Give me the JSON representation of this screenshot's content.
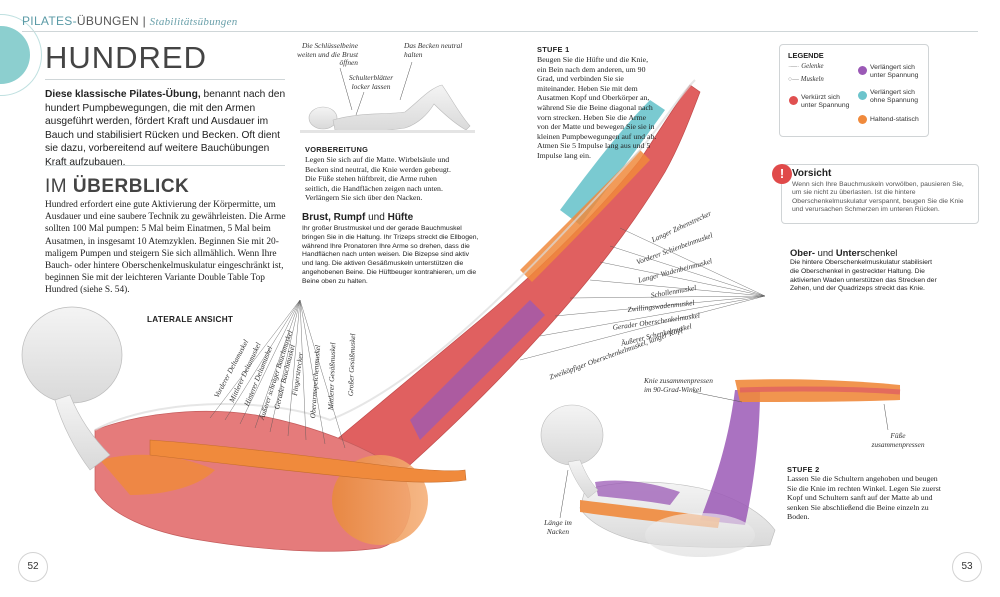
{
  "header": {
    "section": "PILATES-",
    "section_bold": "ÜBUNGEN",
    "divider": "|",
    "subtitle": "Stabilitätsübungen"
  },
  "title": "HUNDRED",
  "intro": {
    "bold": "Diese klassische Pilates-Übung,",
    "text": " benannt nach den hundert Pumpbewegungen, die mit den Armen ausgeführt werden, fördert Kraft und Ausdauer im Bauch und stabilisiert Rücken und Becken. Oft dient sie dazu, vorbereitend auf weitere Bauchübungen Kraft aufzubauen."
  },
  "overview": {
    "title_prefix": "IM ",
    "title_bold": "ÜBERBLICK",
    "text": "Hundred erfordert eine gute Aktivierung der Körpermitte, um Ausdauer und eine saubere Technik zu gewährleisten. Die Arme sollten 100 Mal pumpen: 5 Mal beim Einatmen, 5 Mal beim Ausatmen, in insgesamt 10 Atemzyklen. Beginnen Sie mit 20-maligem Pumpen und steigern Sie sich allmählich. Wenn Ihre Bauch- oder hintere Oberschenkelmuskulatur eingeschränkt ist, beginnen Sie mit der leichteren Variante Double Table Top Hundred (siehe S. 54)."
  },
  "small_figure": {
    "label_shoulder": "Die Schlüsselbeine weiten und die Brust öffnen",
    "label_pelvis": "Das Becken neutral halten",
    "label_blades": "Schulterblätter locker lassen"
  },
  "preparation": {
    "title": "VORBEREITUNG",
    "text": "Legen Sie sich auf die Matte. Wirbelsäule und Becken sind neutral, die Knie werden gebeugt. Die Füße stehen hüftbreit, die Arme ruhen seitlich, die Handflächen zeigen nach unten. Verlängern Sie sich über den Nacken."
  },
  "step1": {
    "title": "STUFE 1",
    "text": "Beugen Sie die Hüfte und die Knie, ein Bein nach dem anderen, um 90 Grad, und verbinden Sie sie miteinander. Heben Sie mit dem Ausatmen Kopf und Oberkörper an, während Sie die Beine diagonal nach vorn strecken. Heben Sie die Arme von der Matte und bewegen Sie sie in kleinen Pumpbewegungen auf und ab. Atmen Sie 5 Impulse lang aus und 5 Impulse lang ein."
  },
  "legend": {
    "title": "LEGENDE",
    "joints": "Gelenke",
    "muscles": "Muskeln",
    "shortened": "Verkürzt sich unter Spannung",
    "lengthened_tension": "Verlängert sich unter Spannung",
    "lengthened_no_tension": "Verlängert sich ohne Spannung",
    "static": "Haltend-statisch",
    "color_shortened": "#e05050",
    "color_lengthened_tension": "#9b59b6",
    "color_lengthened_no_tension": "#6cc4cc",
    "color_static": "#f08a3c"
  },
  "caution": {
    "icon": "!",
    "title": "Vorsicht",
    "text": "Wenn sich Ihre Bauchmuskeln vorwölben, pausieren Sie, um sie nicht zu überlasten. Ist die hintere Oberschenkelmuskulatur verspannt, beugen Sie die Knie und verursachen Schmerzen im unteren Rücken."
  },
  "chest": {
    "title_a": "Brust,",
    "title_b": " Rumpf ",
    "title_c": "und",
    "title_d": " Hüfte",
    "text": "Ihr großer Brustmuskel und der gerade Bauchmuskel bringen Sie in die Haltung. Ihr Trizeps streckt die Ellbogen, während Ihre Pronatoren Ihre Arme so drehen, dass die Handflächen nach unten weisen. Die Bizepse sind aktiv und lang. Die aktiven Gesäßmuskeln unterstützen die angehobenen Beine. Die Hüftbeuger kontrahieren, um die Beine oben zu halten."
  },
  "legs": {
    "title_a": "Ober-",
    "title_b": " und ",
    "title_c": "Unter",
    "title_d": "schenkel",
    "text": "Die hintere Oberschenkelmuskulatur stabilisiert die Oberschenkel in gestreckter Haltung. Die aktivierten Waden unterstützen das Strecken der Zehen, und der Quadrizeps streckt das Knie."
  },
  "lateral_label": "LATERALE ANSICHT",
  "arm_muscles": [
    "Vorderer Deltamuskel",
    "Mittlerer Deltamuskel",
    "Hinterer Deltamuskel",
    "Äußerer schräger Bauchmuskel",
    "Gerader Bauchmuskel",
    "Fingerstrecker",
    "Oberarmspeichenmuskel",
    "Mittlerer Gesäßmuskel",
    "Großer Gesäßmuskel"
  ],
  "leg_muscles": [
    "Langer Zehenstrecker",
    "Vorderer Schienbeinmuskel",
    "Langer Wadenbeinmuskel",
    "Schollenmuskel",
    "Zwillingswadenmuskel",
    "Gerader Oberschenkelmuskel",
    "Äußerer Schenkelmuskel",
    "Zweiköpfiger Oberschenkelmuskel, langer Kopf"
  ],
  "step2_figure": {
    "knees": "Knie zusammenpressen im 90-Grad-Winkel",
    "feet": "Füße zusammenpressen",
    "neck": "Länge im Nacken"
  },
  "step2": {
    "title": "STUFE 2",
    "text": "Lassen Sie die Schultern angehoben und beugen Sie die Knie im rechten Winkel. Legen Sie zuerst Kopf und Schultern sanft auf der Matte ab und senken Sie abschließend die Beine einzeln zu Boden."
  },
  "pages": {
    "left": "52",
    "right": "53"
  }
}
